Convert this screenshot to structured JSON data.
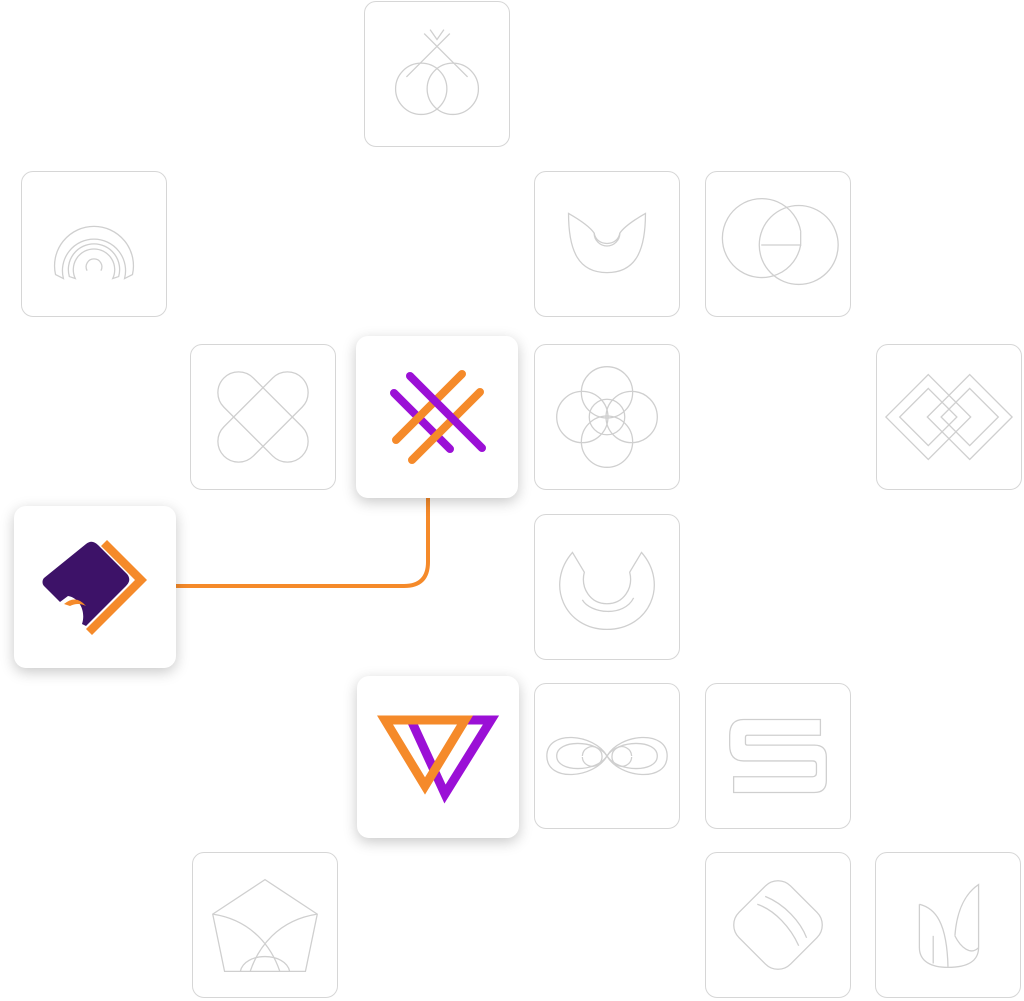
{
  "colors": {
    "orange": "#F58A2A",
    "purple": "#9B10D6",
    "dark_purple": "#3D1268",
    "outline": "#CFCFCF",
    "tile_border": "#D6D6D6"
  },
  "featured": [
    {
      "name": "hashtag-logo",
      "icon": "crossed-lines-icon"
    },
    {
      "name": "book-logo",
      "icon": "diamond-book-icon"
    },
    {
      "name": "double-v-logo",
      "icon": "double-triangle-icon"
    }
  ],
  "outline_tiles": [
    "knot-icon",
    "arch-icon",
    "tulip-icon",
    "overlapping-circles-icon",
    "cross-band-icon",
    "ring-cluster-icon",
    "linked-diamonds-icon",
    "crescent-icon",
    "infinity-icon",
    "s-letter-icon",
    "pentagon-icon",
    "pebble-icon",
    "petal-icon"
  ]
}
